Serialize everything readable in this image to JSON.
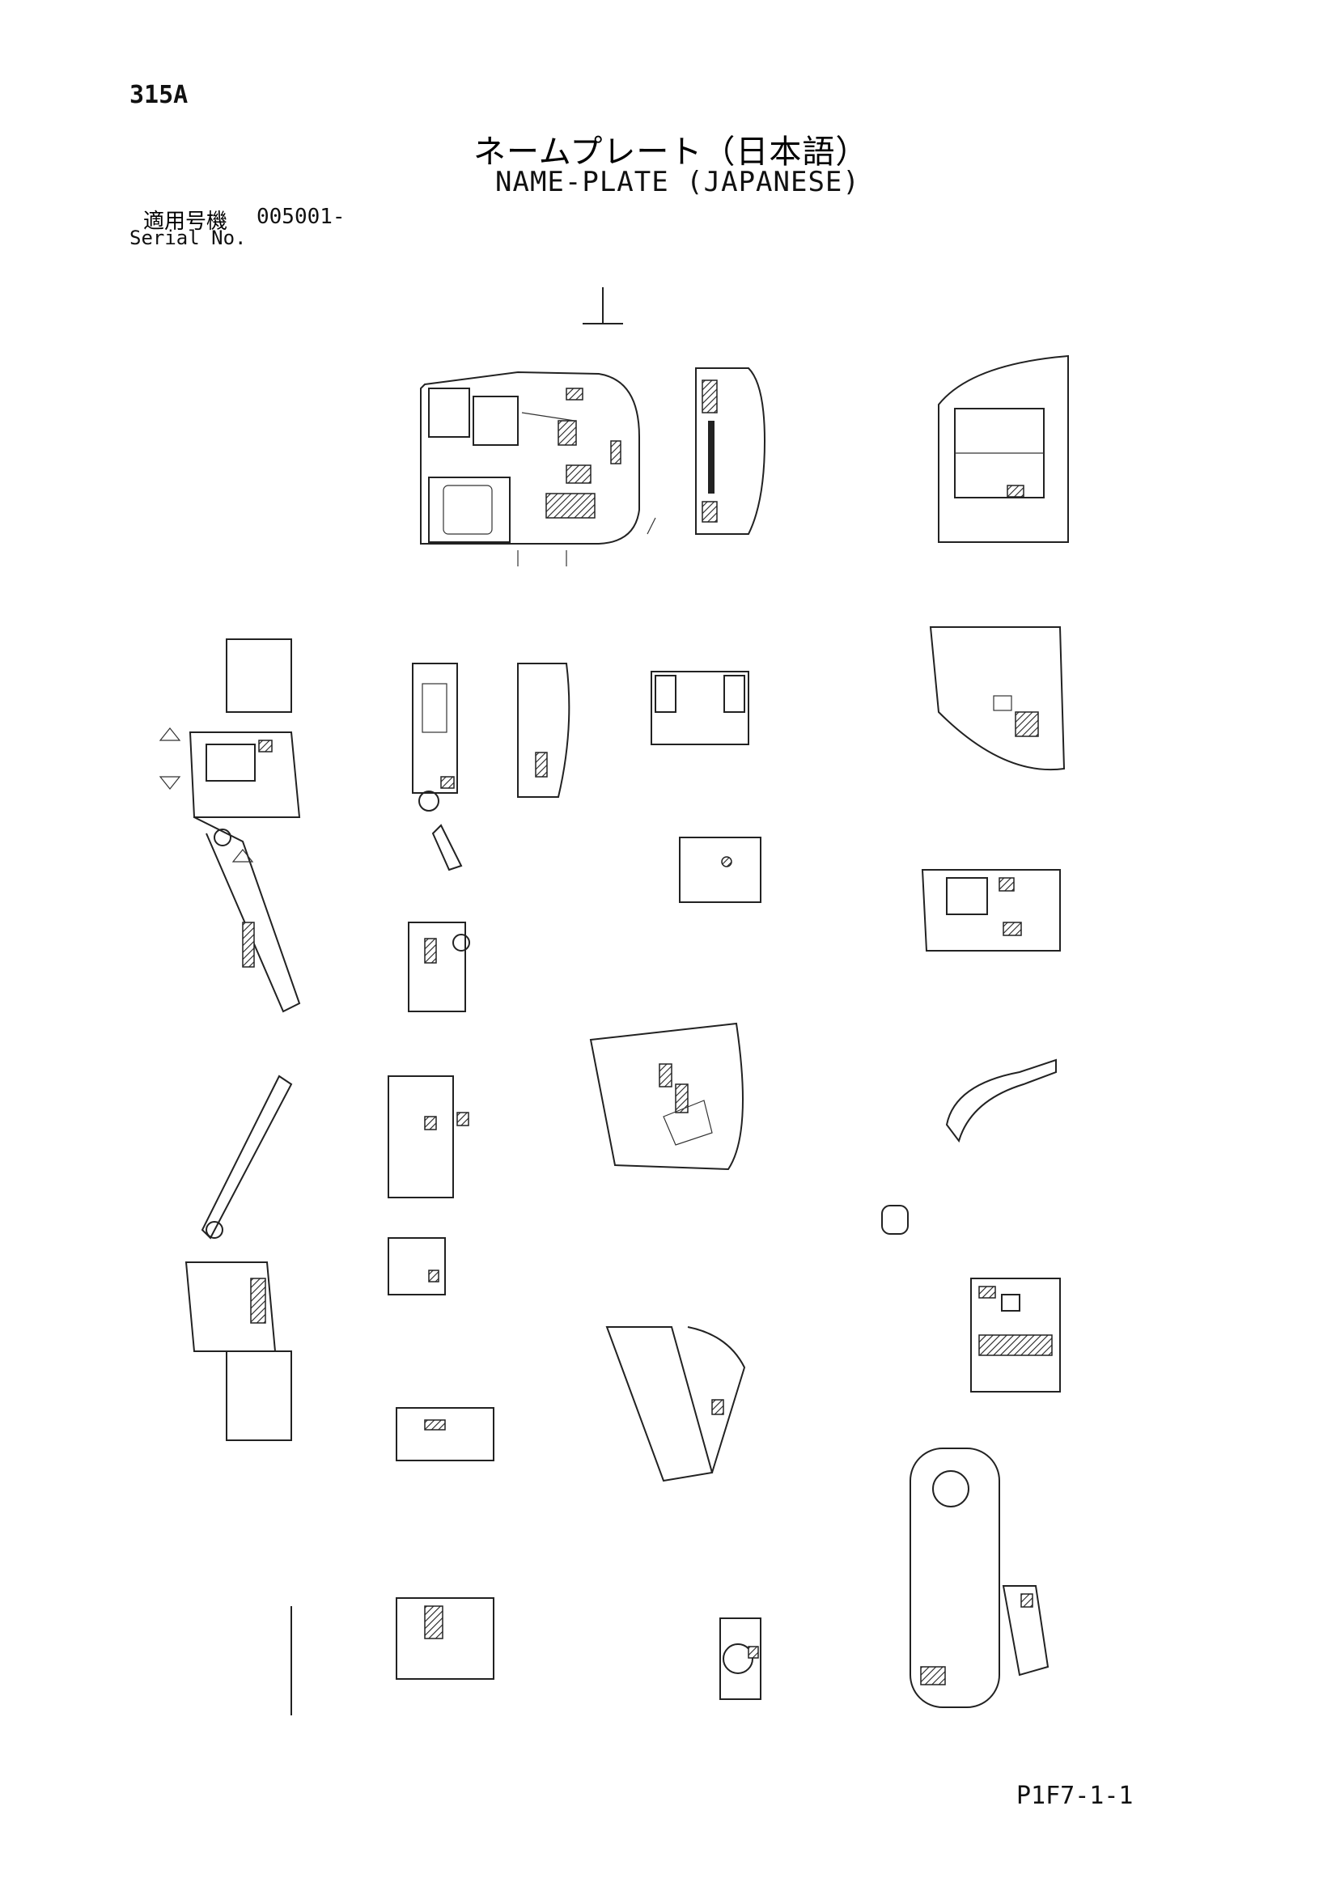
{
  "header": {
    "model": "315A",
    "title_jp": "ネームプレート（日本語）",
    "title_en": "NAME-PLATE (JAPANESE)",
    "serial_label_jp": "適用号機",
    "serial_code": "005001-",
    "serial_label_en": "Serial No."
  },
  "footer": {
    "page_code": "P1F7-1-1"
  }
}
